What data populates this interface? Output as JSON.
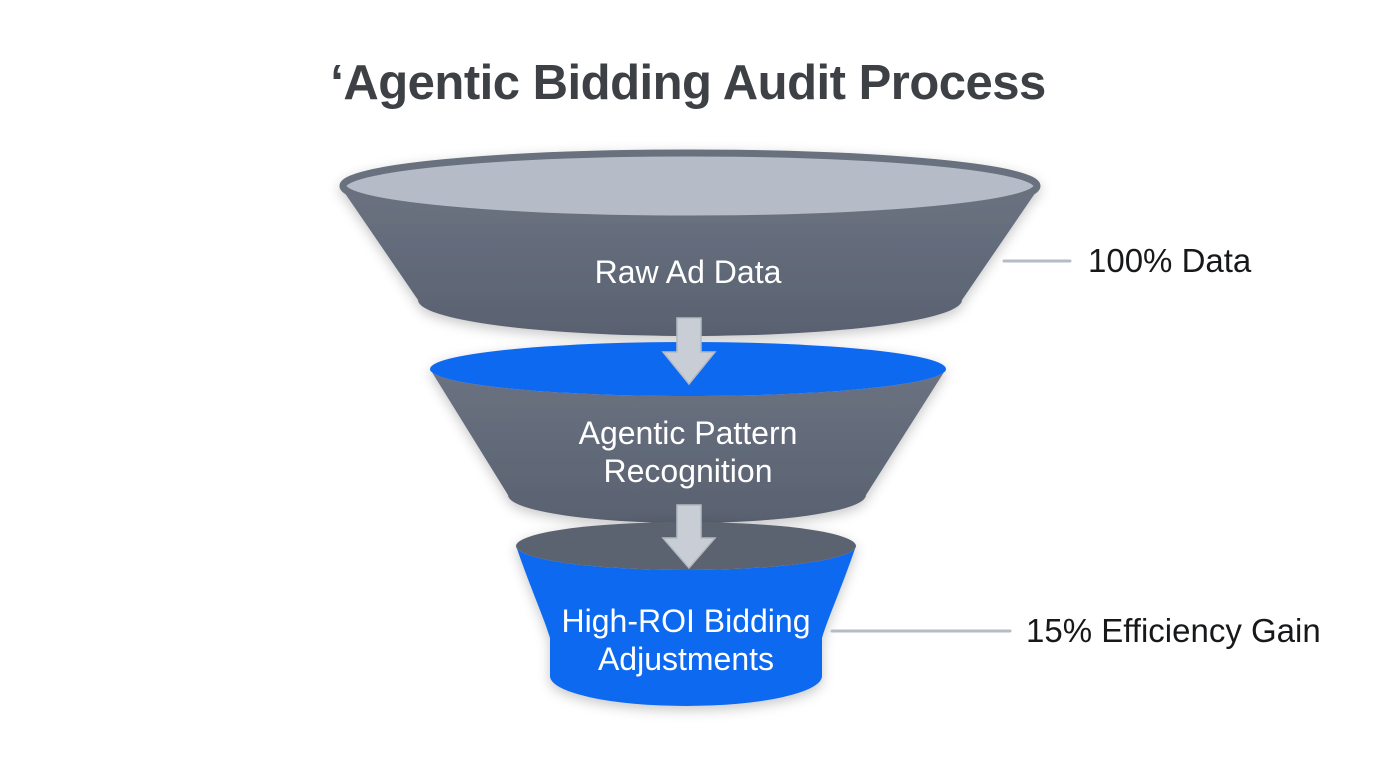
{
  "title": "‘Agentic Bidding Audit Process",
  "funnel": {
    "stages": [
      {
        "name": "raw-ad-data",
        "label_lines": [
          "Raw Ad Data"
        ],
        "annotation": "100% Data"
      },
      {
        "name": "agentic-pattern-recognition",
        "label_lines": [
          "Agentic Pattern",
          "Recognition"
        ],
        "annotation": ""
      },
      {
        "name": "high-roi-bidding-adjustments",
        "label_lines": [
          "High-ROI Bidding",
          "Adjustments"
        ],
        "annotation": "15% Efficiency Gain"
      }
    ]
  },
  "colors": {
    "background": "#ffffff",
    "title_text": "#3d4145",
    "stage_label_text": "#ffffff",
    "annotation_text": "#17181a",
    "leader_line": "#b6bcc6",
    "arrow_fill": "#c9cdd5",
    "gray_body_top": "#6b7382",
    "gray_body_bottom": "#596170",
    "stage1_top_fill": "#b5bcc8",
    "stage1_top_rim": "#69717f",
    "accent_blue": "#1169f0",
    "stage3_top_fill": "#5c6370"
  }
}
